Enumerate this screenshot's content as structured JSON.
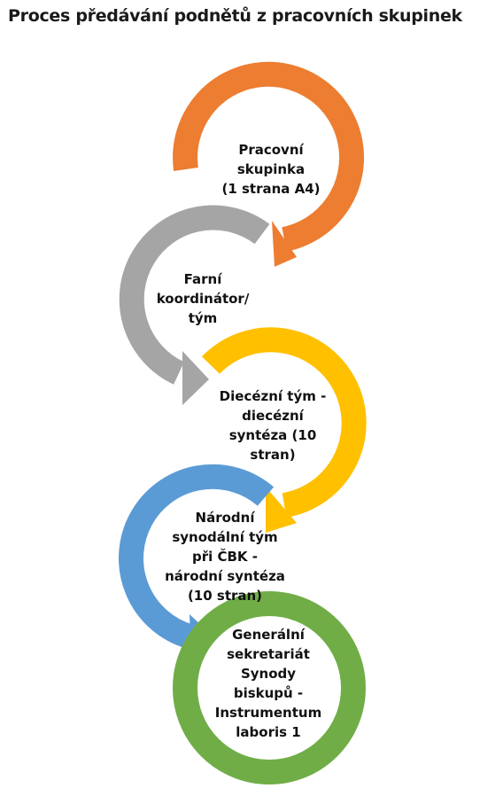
{
  "title": "Proces předávání podnětů z pracovních skupinek",
  "steps": [
    {
      "label": "Pracovní\nskupinka\n(1 strana A4)",
      "color": "#ED7D31"
    },
    {
      "label": "Farní\nkoordinátor/\ntým",
      "color": "#A5A5A5"
    },
    {
      "label": "Diecézní tým -\ndiecézní\nsyntéza (10\nstran)",
      "color": "#FFC000"
    },
    {
      "label": "Národní\nsynodální tým\npři ČBK -\nnárodní syntéza\n(10 stran)",
      "color": "#5B9BD5"
    },
    {
      "label": "Generální\nsekretariát\nSynody\nbiskupů -\nInstrumentum\nlaboris 1",
      "color": "#70AD47"
    }
  ]
}
